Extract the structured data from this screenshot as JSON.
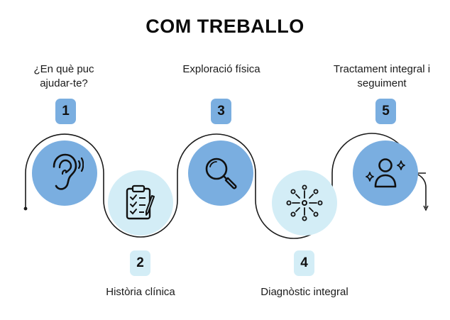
{
  "title": "COM TREBALLO",
  "colors": {
    "dark_blue": "#7aaee0",
    "light_blue": "#d3edf6",
    "line": "#1a1a1a"
  },
  "steps": [
    {
      "number": "1",
      "label_lines": [
        "¿En què puc",
        "ajudar-te?"
      ],
      "icon": "ear-icon"
    },
    {
      "number": "2",
      "label_lines": [
        "Història clínica"
      ],
      "icon": "clipboard-checklist-icon"
    },
    {
      "number": "3",
      "label_lines": [
        "Exploració física"
      ],
      "icon": "magnifier-icon"
    },
    {
      "number": "4",
      "label_lines": [
        "Diagnòstic integral"
      ],
      "icon": "network-icon"
    },
    {
      "number": "5",
      "label_lines": [
        "Tractament integral i",
        "seguiment"
      ],
      "icon": "person-sparkle-icon"
    }
  ]
}
